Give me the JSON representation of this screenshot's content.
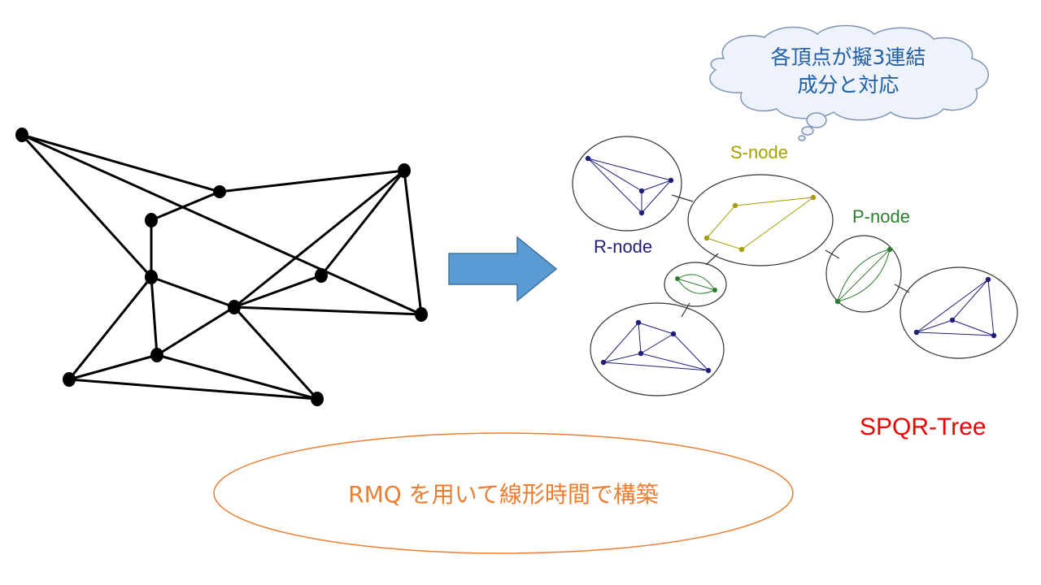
{
  "cloud": {
    "line1": "各頂点が擬3連結",
    "line2": "成分と対応"
  },
  "labels": {
    "s_node": "S-node",
    "p_node": "P-node",
    "r_node": "R-node",
    "spqr_tree": "SPQR-Tree",
    "construction": "RMQ を用いて線形時間で構築"
  },
  "colors": {
    "graph": "#000000",
    "arrow": "#5b9bd5",
    "r_node": "#1f1f7a",
    "s_node": "#a5a000",
    "p_node": "#2e7d32",
    "cloud_text": "#1f5fa8",
    "title": "#ee0000",
    "ellipse": "#ed7d31"
  }
}
